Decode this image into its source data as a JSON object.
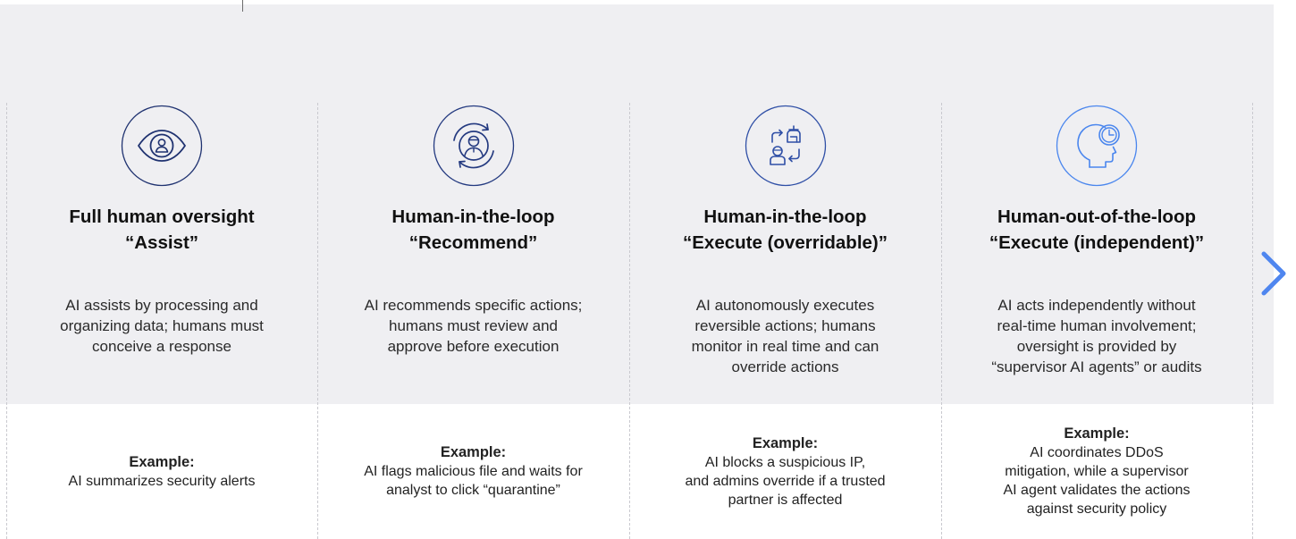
{
  "stages": [
    {
      "icon": "eye-person-icon",
      "title_lines": [
        "Full human oversight",
        "“Assist”"
      ],
      "desc_lines": [
        "AI assists by processing and",
        "organizing data; humans must",
        "conceive a response"
      ],
      "example_label": "Example:",
      "example_lines": [
        "AI summarizes security alerts"
      ]
    },
    {
      "icon": "person-cycle-icon",
      "title_lines": [
        "Human-in-the-loop",
        "“Recommend”"
      ],
      "desc_lines": [
        "AI recommends specific actions;",
        "humans must review and",
        "approve before execution"
      ],
      "example_label": "Example:",
      "example_lines": [
        "AI flags malicious file and waits for",
        "analyst to click “quarantine”"
      ]
    },
    {
      "icon": "human-robot-exchange-icon",
      "title_lines": [
        "Human-in-the-loop",
        "“Execute (overridable)”"
      ],
      "desc_lines": [
        "AI autonomously executes",
        "reversible actions; humans",
        "monitor in real time and can",
        "override actions"
      ],
      "example_label": "Example:",
      "example_lines": [
        "AI blocks a suspicious IP,",
        "and admins override if a trusted",
        "partner is affected"
      ]
    },
    {
      "icon": "head-clock-icon",
      "title_lines": [
        "Human-out-of-the-loop",
        "“Execute (independent)”"
      ],
      "desc_lines": [
        "AI acts independently without",
        "real-time human involvement;",
        "oversight is provided by",
        "“supervisor AI agents” or audits"
      ],
      "example_label": "Example:",
      "example_lines": [
        "AI coordinates DDoS",
        "mitigation, while a supervisor",
        "AI agent validates the actions",
        "against security policy"
      ]
    }
  ],
  "colors": {
    "arrow_start": "#1e2f63",
    "arrow_end": "#4f86ef",
    "icon_dark": "#1f3270",
    "icon_mid": "#2f4fa6",
    "icon_light": "#4a86ee"
  }
}
